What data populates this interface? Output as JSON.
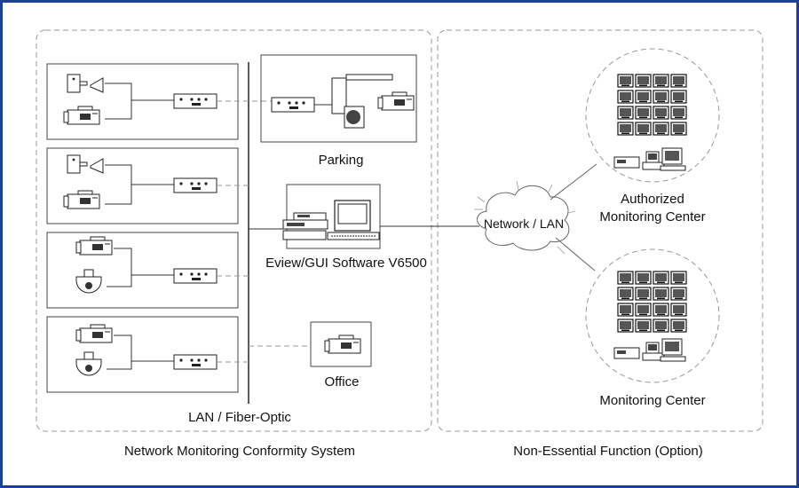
{
  "labels": {
    "parking": "Parking",
    "software": "Eview/GUI Software V6500",
    "office": "Office",
    "lan": "LAN / Fiber-Optic",
    "network": "Network / LAN",
    "authorized_line1": "Authorized",
    "authorized_line2": "Monitoring Center",
    "monitoring_center": "Monitoring Center",
    "left_caption": "Network Monitoring Conformity System",
    "right_caption": "Non-Essential Function (Option)"
  },
  "colors": {
    "frame": "#1c3f97",
    "line": "#333333",
    "dashed": "#999999"
  }
}
